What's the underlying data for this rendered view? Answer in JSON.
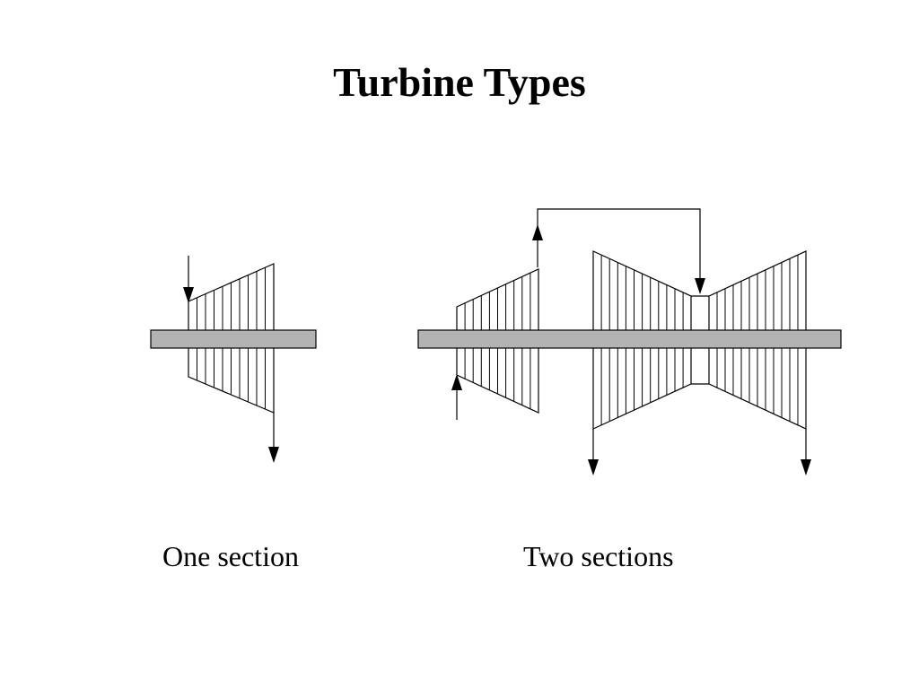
{
  "title": "Turbine Types",
  "diagrams": {
    "one_section": {
      "caption": "One section"
    },
    "two_sections": {
      "caption": "Two sections"
    }
  }
}
